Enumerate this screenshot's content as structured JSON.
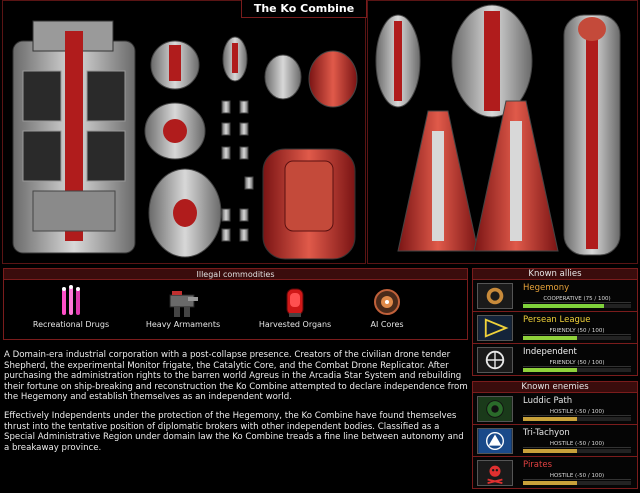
{
  "faction": {
    "title": "The Ko Combine"
  },
  "commodities": {
    "header": "Illegal commodities",
    "items": [
      {
        "label": "Recreational Drugs",
        "icon": "drugs-icon"
      },
      {
        "label": "Heavy Armaments",
        "icon": "armaments-icon"
      },
      {
        "label": "Harvested Organs",
        "icon": "organs-icon"
      },
      {
        "label": "AI Cores",
        "icon": "ai-core-icon"
      }
    ]
  },
  "description": {
    "p1": "A Domain-era industrial corporation with a post-collapse presence. Creators of the civilian drone tender Shepherd, the experimental Monitor frigate, the Catalytic Core, and the Combat Drone Replicator. After purchasing the administration rights to the barren world Agreus in the Arcadia Star System and rebuilding their fortune on ship-breaking and reconstruction the Ko Combine attempted to declare independence from the Hegemony and establish themselves as an independent world.",
    "p2": "Effectively Independents under the protection of the Hegemony, the Ko Combine have found themselves thrust into the tentative position of diplomatic brokers with other independent bodies. Classified as a Special Administrative Region under domain law the Ko Combine treads a fine line between autonomy and a breakaway province."
  },
  "allies": {
    "header": "Known allies",
    "items": [
      {
        "name": "Hegemony",
        "status": "COOPERATIVE (75 / 100)",
        "value": 75,
        "name_color": "#e8a23a",
        "bar_color": "#7fd13b",
        "icon": "hegemony-icon"
      },
      {
        "name": "Persean League",
        "status": "FRIENDLY (50 / 100)",
        "value": 50,
        "name_color": "#f0d23a",
        "bar_color": "#8fd13b",
        "icon": "persean-icon"
      },
      {
        "name": "Independent",
        "status": "FRIENDLY (50 / 100)",
        "value": 50,
        "name_color": "#f0f0f0",
        "bar_color": "#8fd13b",
        "icon": "independent-icon"
      }
    ]
  },
  "enemies": {
    "header": "Known enemies",
    "items": [
      {
        "name": "Luddic Path",
        "status": "HOSTILE (-50 / 100)",
        "value": -50,
        "name_color": "#e6e6e6",
        "bar_color": "#c8a13a",
        "icon": "luddic-path-icon"
      },
      {
        "name": "Tri-Tachyon",
        "status": "HOSTILE (-50 / 100)",
        "value": -50,
        "name_color": "#e6e6e6",
        "bar_color": "#c8a13a",
        "icon": "tri-tachyon-icon"
      },
      {
        "name": "Pirates",
        "status": "HOSTILE (-50 / 100)",
        "value": -50,
        "name_color": "#e04040",
        "bar_color": "#c8a13a",
        "icon": "pirates-icon"
      }
    ]
  }
}
